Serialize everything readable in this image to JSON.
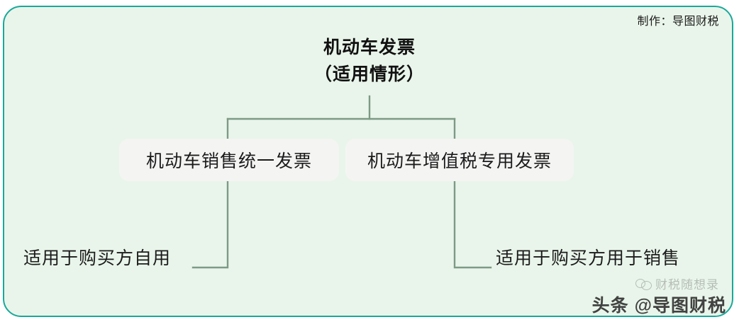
{
  "card": {
    "border_color": "#1aa89a",
    "background_color": "#e9f5ea"
  },
  "credit": {
    "text": "制作：导图财税"
  },
  "root": {
    "line1": "机动车发票",
    "line2": "（适用情形）"
  },
  "nodes": [
    {
      "id": "left",
      "label": "机动车销售统一发票"
    },
    {
      "id": "right",
      "label": "机动车增值税专用发票"
    }
  ],
  "leaves": [
    {
      "id": "left",
      "label": "适用于购买方自用"
    },
    {
      "id": "right",
      "label": "适用于购买方用于销售"
    }
  ],
  "watermarks": {
    "faint_text": "财税随想录",
    "faint_icon": "speech-bubble-icon",
    "main_text": "头条 @导图财税"
  },
  "connector": {
    "color": "#7d9a85",
    "width": 2.4
  }
}
